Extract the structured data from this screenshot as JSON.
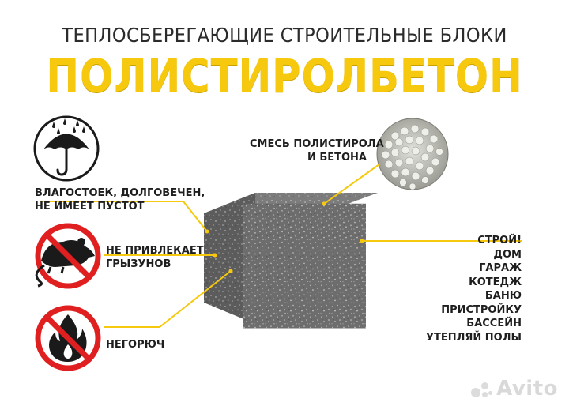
{
  "header": {
    "subtitle": "ТЕПЛОСБЕРЕГАЮЩИЕ СТРОИТЕЛЬНЫЕ БЛОКИ",
    "title": "ПОЛИСТИРОЛБЕТОН"
  },
  "features": {
    "moisture": [
      "ВЛАГОСТОЕК, ДОЛГОВЕЧЕН,",
      "НЕ ИМЕЕТ ПУСТОТ"
    ],
    "rodents": [
      "НЕ ПРИВЛЕКАЕТ",
      "ГРЫЗУНОВ"
    ],
    "fire": [
      "НЕГОРЮЧ"
    ],
    "mix": [
      "СМЕСЬ ПОЛИСТИРОЛА",
      "И БЕТОНА"
    ]
  },
  "uses": [
    "СТРОЙ!",
    "ДОМ",
    "ГАРАЖ",
    "КОТЕДЖ",
    "БАНЮ",
    "ПРИСТРОЙКУ",
    "БАССЕЙН",
    "УТЕПЛЯЙ ПОЛЫ"
  ],
  "watermark": "Avito",
  "colors": {
    "accent": "#f6c90e",
    "prohibition": "#e02020",
    "block": "#6b6b6b"
  },
  "icons": {
    "moisture": "umbrella-rain-icon",
    "rodents": "no-rat-icon",
    "fire": "no-fire-icon"
  }
}
